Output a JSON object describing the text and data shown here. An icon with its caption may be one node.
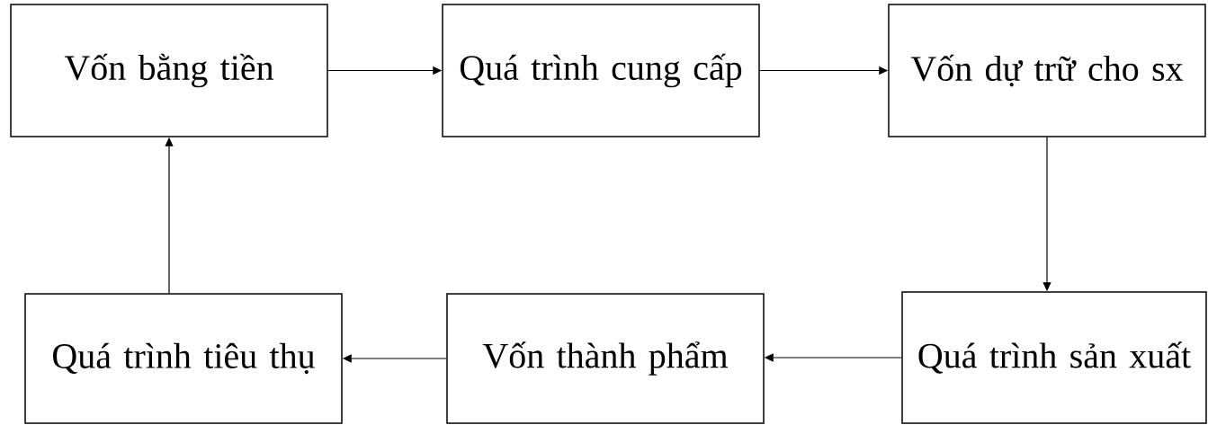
{
  "diagram": {
    "nodes": [
      {
        "text": [
          "Vốn bằng tiền"
        ]
      },
      {
        "text": [
          "Quá trình cung cấp"
        ]
      },
      {
        "text": [
          "Vốn dự trữ cho sx"
        ]
      },
      {
        "text": [
          "Quá trình tiêu thụ"
        ]
      },
      {
        "text": [
          "Vốn thành phẩm"
        ]
      },
      {
        "text": [
          "Quá trình sản xuất"
        ]
      }
    ],
    "edges": [
      {
        "from": 0,
        "to": 1,
        "arrow": "to"
      },
      {
        "from": 1,
        "to": 2,
        "arrow": "to"
      },
      {
        "from": 2,
        "to": 5,
        "arrow": "to"
      },
      {
        "from": 5,
        "to": 4,
        "arrow": "to"
      },
      {
        "from": 4,
        "to": 3,
        "arrow": "to"
      },
      {
        "from": 3,
        "to": 0,
        "arrow": "to"
      }
    ]
  }
}
